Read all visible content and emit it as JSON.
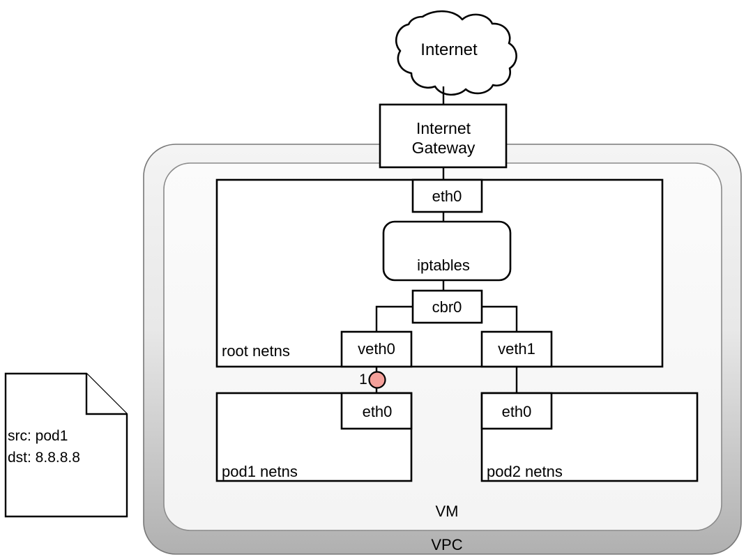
{
  "diagram": {
    "title": "Kubernetes pod egress networking on a VM inside a VPC",
    "colors": {
      "stroke": "#000000",
      "container_stroke": "#666666",
      "vpc_fill_top": "#f2f2f2",
      "vpc_fill_bottom": "#b3b3b3",
      "vm_fill": "#f7f7f7",
      "box_fill": "#ffffff",
      "marker_fill": "#f4a09a",
      "marker_stroke": "#000000"
    },
    "cloud": {
      "label": "Internet"
    },
    "gateway": {
      "label_line1": "Internet",
      "label_line2": "Gateway"
    },
    "containers": [
      {
        "key": "vpc",
        "label": "VPC"
      },
      {
        "key": "vm",
        "label": "VM"
      }
    ],
    "namespaces": [
      {
        "key": "root",
        "label": "root netns"
      },
      {
        "key": "pod1",
        "label": "pod1 netns"
      },
      {
        "key": "pod2",
        "label": "pod2 netns"
      }
    ],
    "nodes": [
      {
        "key": "host_eth0",
        "label": "eth0"
      },
      {
        "key": "iptables",
        "label": "iptables"
      },
      {
        "key": "cbr0",
        "label": "cbr0"
      },
      {
        "key": "veth0",
        "label": "veth0"
      },
      {
        "key": "veth1",
        "label": "veth1"
      },
      {
        "key": "pod1_eth0",
        "label": "eth0"
      },
      {
        "key": "pod2_eth0",
        "label": "eth0"
      }
    ],
    "markers": [
      {
        "key": "step-1",
        "label": "1"
      }
    ],
    "packet_note": {
      "line1": "src: pod1",
      "line2": "dst: 8.8.8.8"
    }
  }
}
